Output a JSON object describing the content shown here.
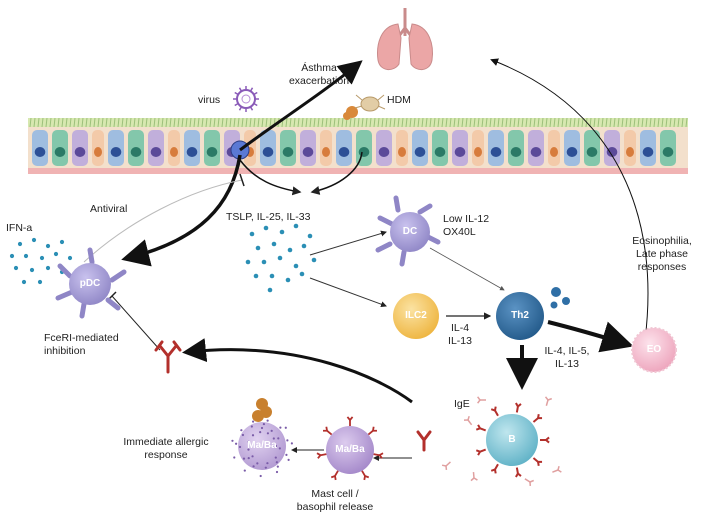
{
  "labels": {
    "asthma": "Ásthma\nexacerbation",
    "virus": "virus",
    "hdm": "HDM",
    "antiviral": "Antiviral",
    "ifn": "IFN-a",
    "cytokines": "TSLP, IL-25, IL-33",
    "low_il12": "Low IL-12\nOX40L",
    "il4_il13": "IL-4\nIL-13",
    "il4_il5_il13": "IL-4, IL-5,\nIL-13",
    "eosinophilia": "Eosinophilia,\nLate phase\nresponses",
    "fceri": "FceRI-mediated\ninhibition",
    "ige": "IgE",
    "immediate": "Immediate allergic\nresponse",
    "mast_release": "Mast cell /\nbasophil release"
  },
  "cells": {
    "dc": "DC",
    "pdc": "pDC",
    "ilc2": "ILC2",
    "th2": "Th2",
    "eo": "EO",
    "b": "B",
    "ma_ba_1": "Ma/Ba",
    "ma_ba_2": "Ma/Ba"
  },
  "colors": {
    "purple_cell": "#a89fd6",
    "ilc2": "#f4c560",
    "th2": "#2f6fa6",
    "b_cell": "#7fc7d6",
    "eo": "#f3b7c9",
    "mast": "#b89fd1",
    "dots": "#2b8fb5",
    "antibody": "#b3302c",
    "lung": "#eba6a6"
  }
}
